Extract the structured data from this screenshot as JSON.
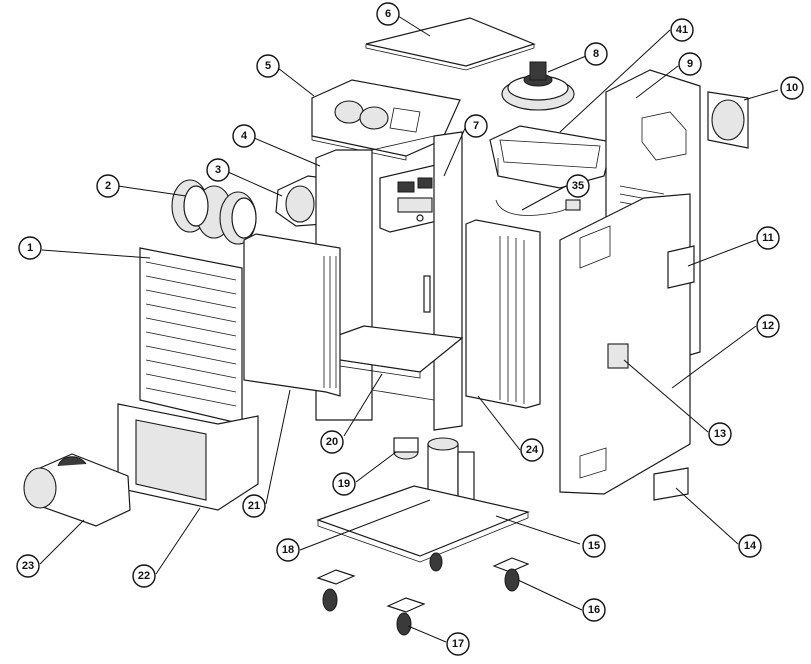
{
  "callouts": [
    {
      "id": "1"
    },
    {
      "id": "2"
    },
    {
      "id": "3"
    },
    {
      "id": "4"
    },
    {
      "id": "5"
    },
    {
      "id": "6"
    },
    {
      "id": "7"
    },
    {
      "id": "8"
    },
    {
      "id": "9"
    },
    {
      "id": "10"
    },
    {
      "id": "11"
    },
    {
      "id": "12"
    },
    {
      "id": "13"
    },
    {
      "id": "14"
    },
    {
      "id": "15"
    },
    {
      "id": "16"
    },
    {
      "id": "17"
    },
    {
      "id": "18"
    },
    {
      "id": "19"
    },
    {
      "id": "20"
    },
    {
      "id": "21"
    },
    {
      "id": "22"
    },
    {
      "id": "23"
    },
    {
      "id": "24"
    },
    {
      "id": "35"
    },
    {
      "id": "41"
    }
  ]
}
